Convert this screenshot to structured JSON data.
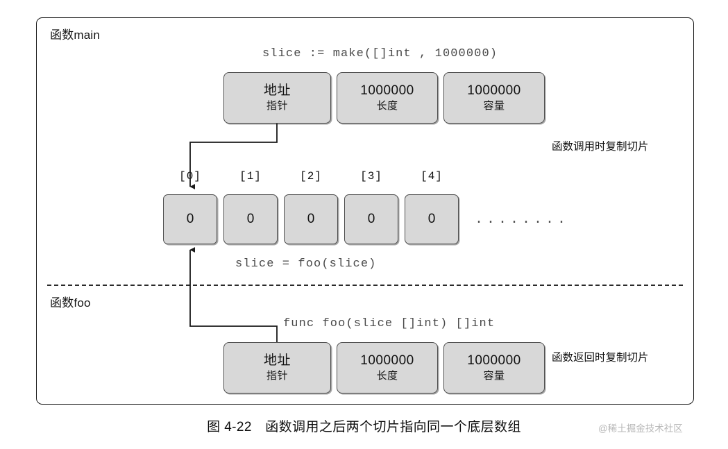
{
  "figure": {
    "caption": "图 4-22　函数调用之后两个切片指向同一个底层数组",
    "watermark": "@稀土掘金技术社区"
  },
  "sections": {
    "main_label": "函数main",
    "foo_label": "函数foo"
  },
  "code": {
    "make_line": "slice := make([]int , 1000000)",
    "call_line": "slice = foo(slice)",
    "func_line": "func foo(slice []int) []int"
  },
  "notes": {
    "on_call": "函数调用时复制切片",
    "on_return": "函数返回时复制切片"
  },
  "slice_header_main": {
    "cells": [
      {
        "main": "地址",
        "sub": "指针"
      },
      {
        "main": "1000000",
        "sub": "长度"
      },
      {
        "main": "1000000",
        "sub": "容量"
      }
    ]
  },
  "slice_header_foo": {
    "cells": [
      {
        "main": "地址",
        "sub": "指针"
      },
      {
        "main": "1000000",
        "sub": "长度"
      },
      {
        "main": "1000000",
        "sub": "容量"
      }
    ]
  },
  "backing_array": {
    "indices": [
      "[0]",
      "[1]",
      "[2]",
      "[3]",
      "[4]"
    ],
    "values": [
      "0",
      "0",
      "0",
      "0",
      "0"
    ],
    "ellipsis": "........"
  },
  "colors": {
    "box_fill": "#d8d8d8",
    "box_stroke": "#4e4e4e",
    "frame_stroke": "#1a1a1a",
    "code_text": "#4a4a4a",
    "body_text": "#111111",
    "watermark_text": "#b8b8b8"
  }
}
